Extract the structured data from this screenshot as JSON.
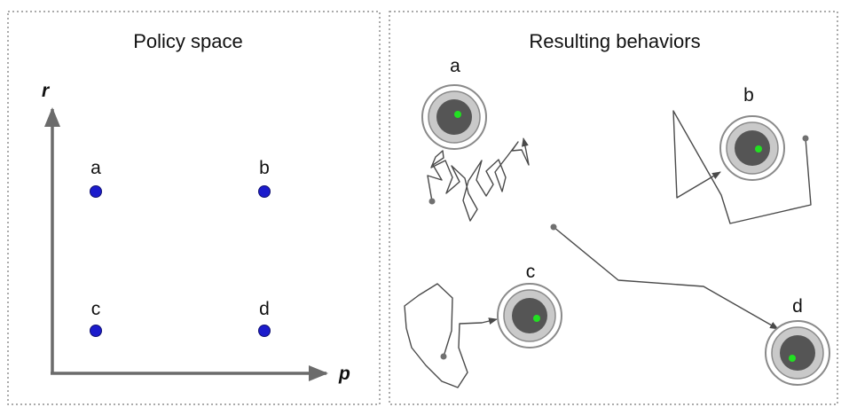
{
  "panels": {
    "left_title": "Policy space",
    "right_title": "Resulting behaviors"
  },
  "axes": {
    "y_label": "r",
    "x_label": "p"
  },
  "policy_points": [
    {
      "label": "a"
    },
    {
      "label": "b"
    },
    {
      "label": "c"
    },
    {
      "label": "d"
    }
  ],
  "behaviors": [
    {
      "label": "a"
    },
    {
      "label": "b"
    },
    {
      "label": "c"
    },
    {
      "label": "d"
    }
  ],
  "colors": {
    "frame": "#8f8f8f",
    "axis": "#6b6b6b",
    "point": "#1c1ccc",
    "path": "#4a4a4a",
    "ring_outer": "#c9c9c9",
    "ring_inner": "#8a8a8a",
    "core": "#555555",
    "target_dot": "#22e022",
    "start_dot": "#707070"
  }
}
